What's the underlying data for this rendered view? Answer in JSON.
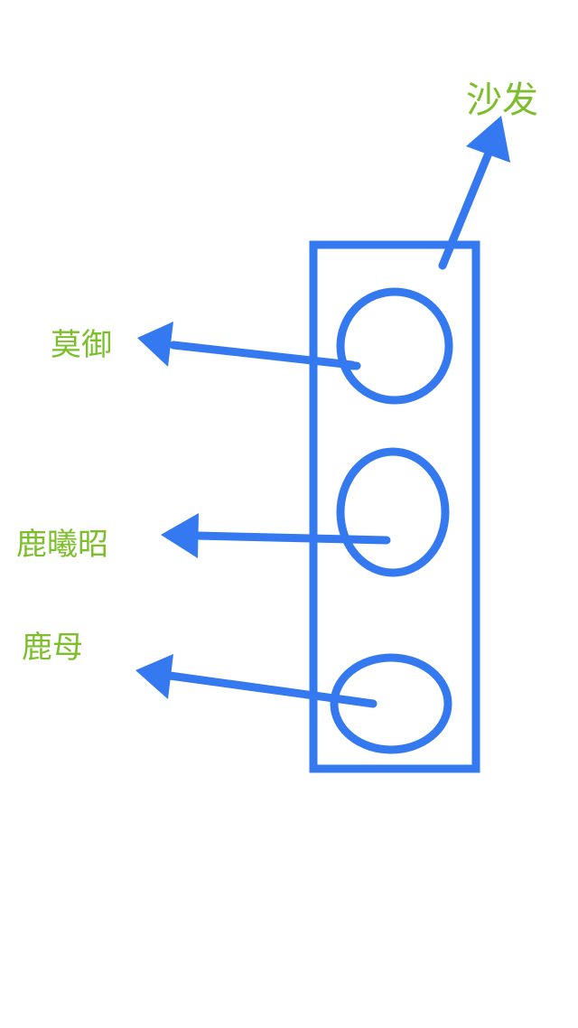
{
  "labels": {
    "sofa": "沙发",
    "mo_yu": "莫御",
    "lu_xizhao": "鹿曦昭",
    "lu_mu": "鹿母"
  },
  "colors": {
    "shape": "#3479ef",
    "text": "#7cbf2b"
  }
}
